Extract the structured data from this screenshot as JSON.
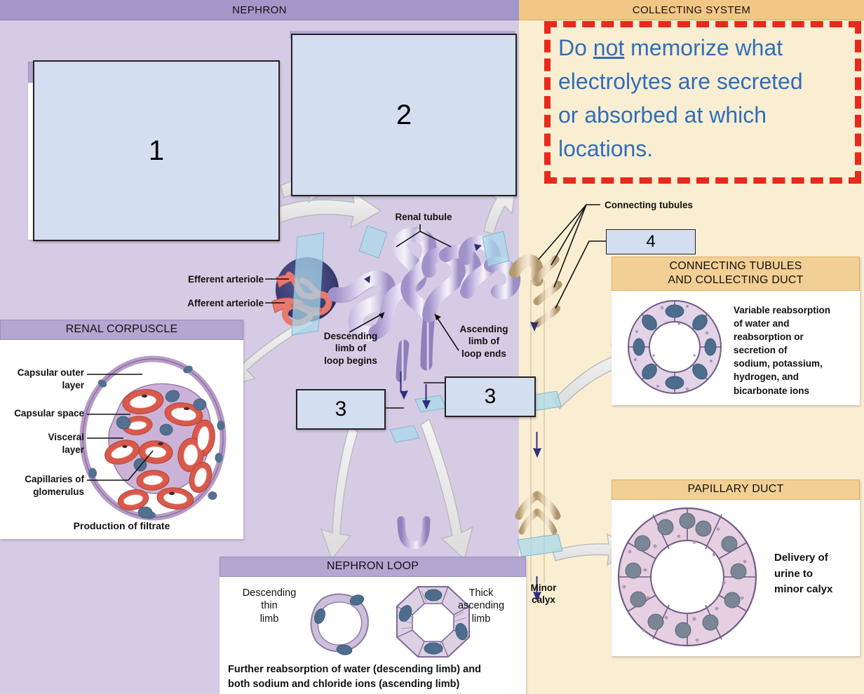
{
  "headers": {
    "nephron": "NEPHRON",
    "collecting_system": "COLLECTING SYSTEM"
  },
  "callout": {
    "line1_a": "Do ",
    "line1_u": "not",
    "line1_b": " memorize what",
    "line2": "electrolytes are secreted",
    "line3": "or absorbed at which",
    "line4": "locations.",
    "border_color": "#e8291c",
    "text_color": "#2f6fba"
  },
  "quiz_boxes": {
    "box1": "1",
    "box2": "2",
    "box3a": "3",
    "box3b": "3",
    "box4": "4",
    "fill_color": "#d3dff0"
  },
  "diagram_labels": {
    "renal_tubule": "Renal tubule",
    "efferent_arteriole": "Efferent arteriole",
    "afferent_arteriole": "Afferent arteriole",
    "descending_limb": "Descending\nlimb of\nloop begins",
    "descending_limb_l1": "Descending",
    "descending_limb_l2": "limb of",
    "descending_limb_l3": "loop begins",
    "ascending_limb_l1": "Ascending",
    "ascending_limb_l2": "limb of",
    "ascending_limb_l3": "loop ends",
    "connecting_tubules": "Connecting tubules",
    "minor_calyx_l1": "Minor",
    "minor_calyx_l2": "calyx"
  },
  "panels": {
    "renal_corpuscle": {
      "title": "RENAL CORPUSCLE",
      "labels": [
        "Capsular outer\nlayer",
        "Capsular space",
        "Visceral\nlayer",
        "Capillaries of\nglomerulus"
      ],
      "label_1_l1": "Capsular outer",
      "label_1_l2": "layer",
      "label_2": "Capsular space",
      "label_3_l1": "Visceral",
      "label_3_l2": "layer",
      "label_4_l1": "Capillaries of",
      "label_4_l2": "glomerulus",
      "caption": "Production of filtrate"
    },
    "nephron_loop": {
      "title": "NEPHRON LOOP",
      "left_label_l1": "Descending",
      "left_label_l2": "thin",
      "left_label_l3": "limb",
      "right_label_l1": "Thick",
      "right_label_l2": "ascending",
      "right_label_l3": "limb",
      "caption_l1": "Further reabsorption of water (descending limb) and",
      "caption_l2": "both sodium and chloride ions (ascending limb)"
    },
    "connecting_tubules": {
      "title_l1": "CONNECTING TUBULES",
      "title_l2": "AND COLLECTING DUCT",
      "description_l1": "Variable reabsorption",
      "description_l2": "of water and",
      "description_l3": "reabsorption or",
      "description_l4": "secretion of",
      "description_l5": "sodium, potassium,",
      "description_l6": "hydrogen, and",
      "description_l7": "bicarbonate ions"
    },
    "papillary_duct": {
      "title": "PAPILLARY DUCT",
      "description_l1": "Delivery of",
      "description_l2": "urine to",
      "description_l3": "minor calyx"
    }
  },
  "colors": {
    "nephron_bg": "#d6cbe4",
    "collecting_bg": "#faeed2",
    "nephron_header": "#a396c9",
    "collecting_header": "#f2c685",
    "tubule_purple": "#b9aedb",
    "duct_tan": "#d8c29a",
    "arteriole_red": "#e8796e",
    "capsule_navy": "#3b3f74",
    "section_plane": "#a9d8ea"
  }
}
